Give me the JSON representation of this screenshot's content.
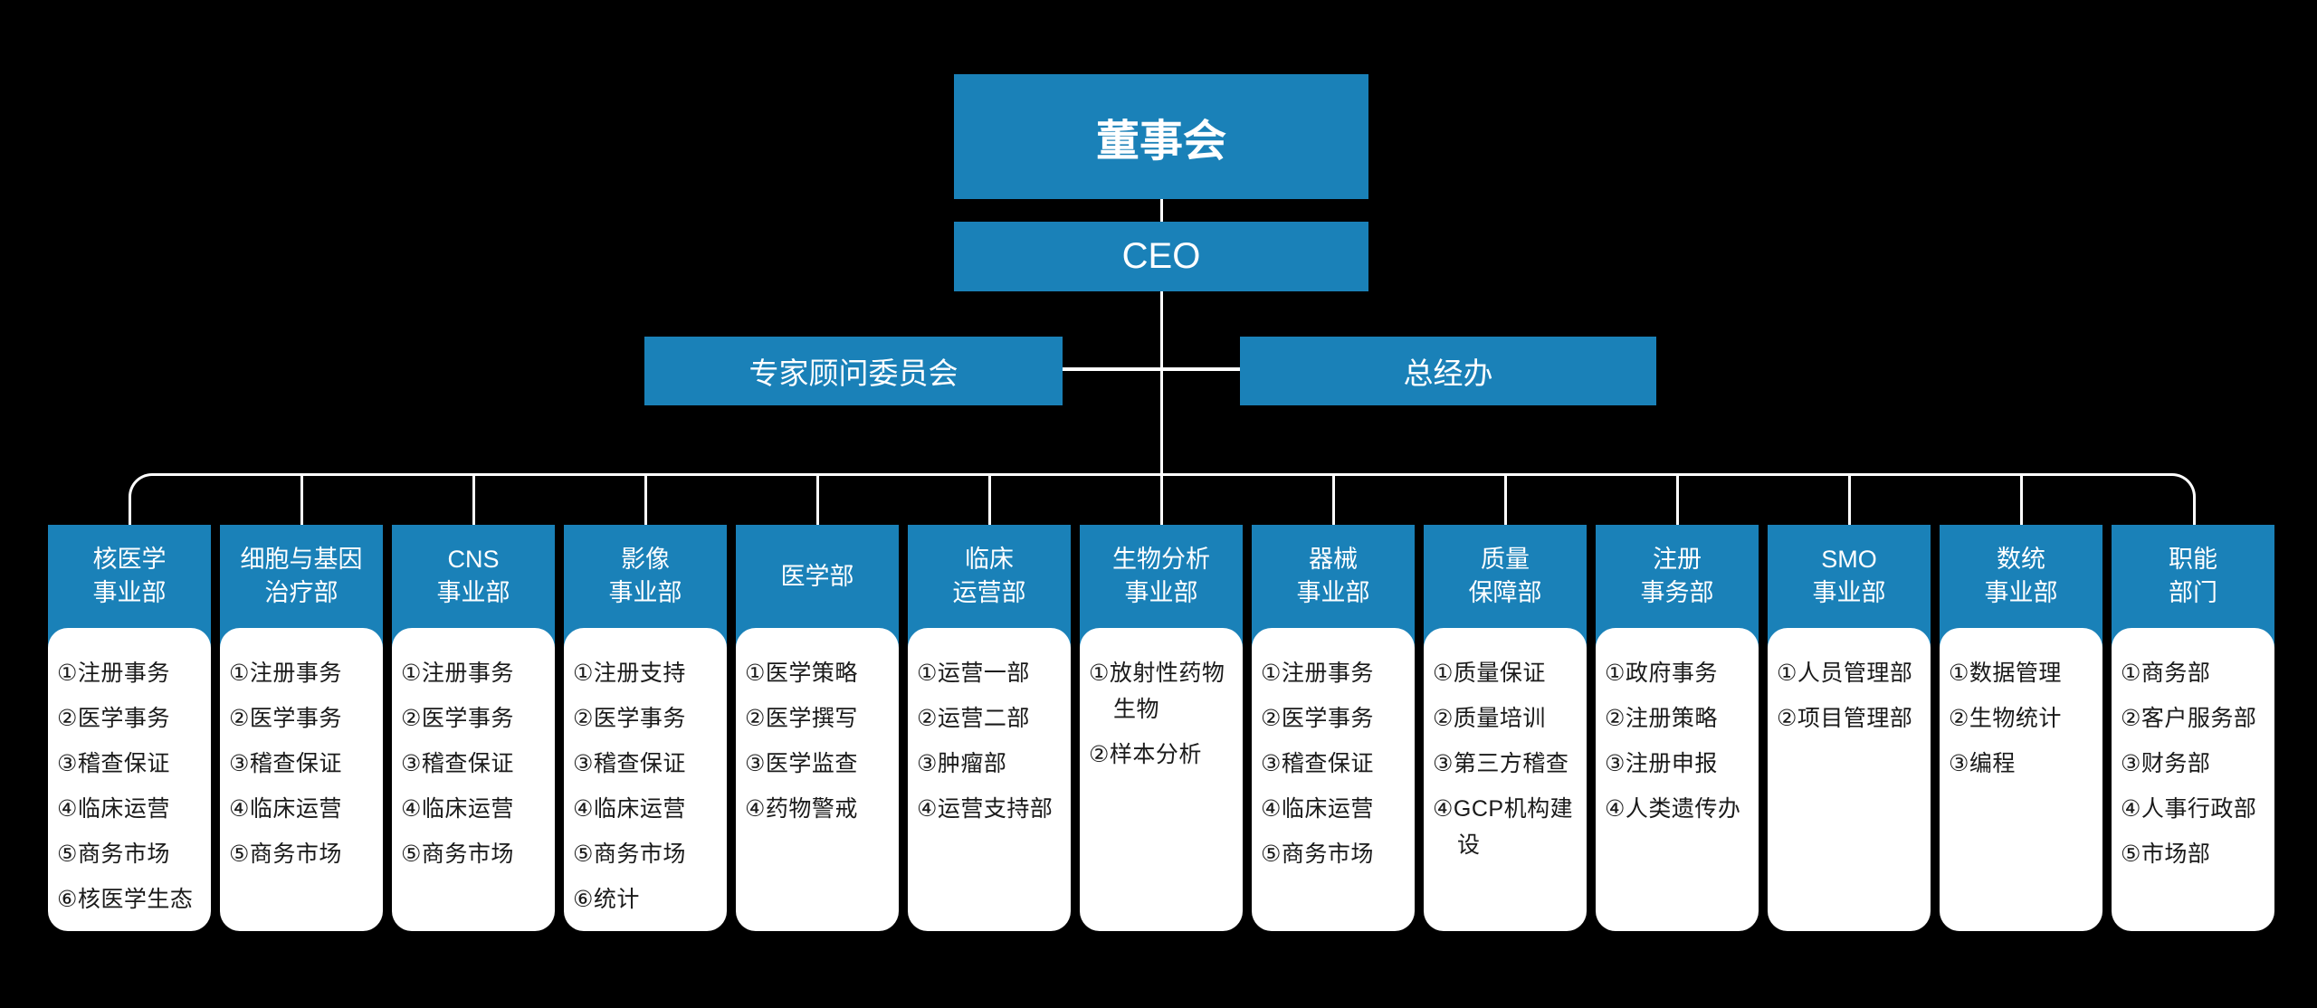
{
  "colors": {
    "accent": "#1a81b8",
    "line": "#ffffff",
    "panel_bg": "#ffffff",
    "item_text": "#1a1a1a",
    "page_bg": "#000000"
  },
  "top": {
    "board": "董事会",
    "ceo": "CEO",
    "advisory": "专家顾问委员会",
    "gm_office": "总经办"
  },
  "departments": [
    {
      "name_lines": [
        "核医学",
        "事业部"
      ],
      "items": [
        "①注册事务",
        "②医学事务",
        "③稽查保证",
        "④临床运营",
        "⑤商务市场",
        "⑥核医学生态"
      ]
    },
    {
      "name_lines": [
        "细胞与基因",
        "治疗部"
      ],
      "items": [
        "①注册事务",
        "②医学事务",
        "③稽查保证",
        "④临床运营",
        "⑤商务市场"
      ]
    },
    {
      "name_lines": [
        "CNS",
        "事业部"
      ],
      "items": [
        "①注册事务",
        "②医学事务",
        "③稽查保证",
        "④临床运营",
        "⑤商务市场"
      ]
    },
    {
      "name_lines": [
        "影像",
        "事业部"
      ],
      "items": [
        "①注册支持",
        "②医学事务",
        "③稽查保证",
        "④临床运营",
        "⑤商务市场",
        "⑥统计"
      ]
    },
    {
      "name_lines": [
        "医学部"
      ],
      "items": [
        "①医学策略",
        "②医学撰写",
        "③医学监查",
        "④药物警戒"
      ]
    },
    {
      "name_lines": [
        "临床",
        "运营部"
      ],
      "items": [
        "①运营一部",
        "②运营二部",
        "③肿瘤部",
        "④运营支持部"
      ]
    },
    {
      "name_lines": [
        "生物分析",
        "事业部"
      ],
      "items": [
        "①放射性药物生物",
        "②样本分析"
      ]
    },
    {
      "name_lines": [
        "器械",
        "事业部"
      ],
      "items": [
        "①注册事务",
        "②医学事务",
        "③稽查保证",
        "④临床运营",
        "⑤商务市场"
      ]
    },
    {
      "name_lines": [
        "质量",
        "保障部"
      ],
      "items": [
        "①质量保证",
        "②质量培训",
        "③第三方稽查",
        "④GCP机构建设"
      ]
    },
    {
      "name_lines": [
        "注册",
        "事务部"
      ],
      "items": [
        "①政府事务",
        "②注册策略",
        "③注册申报",
        "④人类遗传办"
      ]
    },
    {
      "name_lines": [
        "SMO",
        "事业部"
      ],
      "items": [
        "①人员管理部",
        "②项目管理部"
      ]
    },
    {
      "name_lines": [
        "数统",
        "事业部"
      ],
      "items": [
        "①数据管理",
        "②生物统计",
        "③编程"
      ]
    },
    {
      "name_lines": [
        "职能",
        "部门"
      ],
      "items": [
        "①商务部",
        "②客户服务部",
        "③财务部",
        "④人事行政部",
        "⑤市场部"
      ]
    }
  ]
}
